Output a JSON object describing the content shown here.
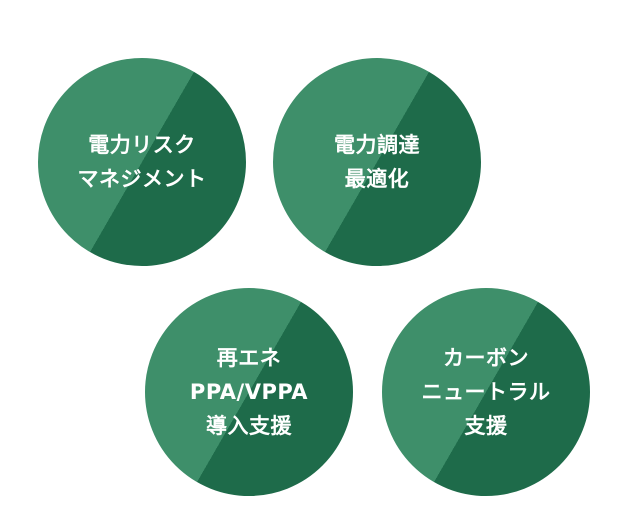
{
  "colors": {
    "light_green": "#3e8f6a",
    "dark_green": "#1e6b4a"
  },
  "circles": [
    {
      "lines": [
        "電力リスク",
        "マネジメント"
      ]
    },
    {
      "lines": [
        "電力調達",
        "最適化"
      ]
    },
    {
      "lines": [
        "再エネ",
        "PPA/VPPA",
        "導入支援"
      ]
    },
    {
      "lines": [
        "カーボン",
        "ニュートラル",
        "支援"
      ]
    }
  ]
}
